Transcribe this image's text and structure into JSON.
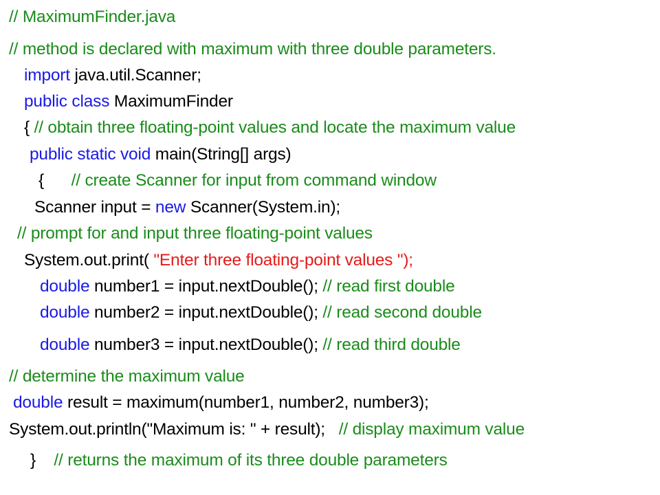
{
  "colors": {
    "comment": "#1a8c1a",
    "keyword": "#1a1ae6",
    "code": "#000000",
    "string": "#e61a1a"
  },
  "slide": {
    "lines": [
      [
        {
          "t": "cm",
          "s": "// MaximumFinder.java"
        }
      ],
      [
        {
          "t": "cm",
          "s": "// method is declared with maximum with three double parameters."
        }
      ],
      [
        {
          "t": "kw",
          "s": "import"
        },
        {
          "t": "tx",
          "s": " java.util.Scanner;"
        }
      ],
      [
        {
          "t": "kw",
          "s": "public class"
        },
        {
          "t": "tx",
          "s": " MaximumFinder"
        }
      ],
      [
        {
          "t": "tx",
          "s": "{ "
        },
        {
          "t": "cm",
          "s": "// obtain three floating-point values and locate the maximum value"
        }
      ],
      [
        {
          "t": "kw",
          "s": "public static void"
        },
        {
          "t": "tx",
          "s": " main(String[] args)"
        }
      ],
      [
        {
          "t": "tx",
          "s": "{      "
        },
        {
          "t": "cm",
          "s": "// create Scanner for input from command window"
        }
      ],
      [
        {
          "t": "tx",
          "s": "Scanner input = "
        },
        {
          "t": "kw",
          "s": "new"
        },
        {
          "t": "tx",
          "s": " Scanner(System.in);"
        }
      ],
      [
        {
          "t": "cm",
          "s": "// prompt for and input three floating-point values"
        }
      ],
      [
        {
          "t": "tx",
          "s": "System.out.print( "
        },
        {
          "t": "st",
          "s": "\"Enter three floating-point values \");"
        }
      ],
      [
        {
          "t": "kw",
          "s": "double"
        },
        {
          "t": "tx",
          "s": " number1 = input.nextDouble(); "
        },
        {
          "t": "cm",
          "s": "// read first double"
        }
      ],
      [
        {
          "t": "kw",
          "s": "double"
        },
        {
          "t": "tx",
          "s": " number2 = input.nextDouble(); "
        },
        {
          "t": "cm",
          "s": "// read second double"
        }
      ],
      [
        {
          "t": "kw",
          "s": "double"
        },
        {
          "t": "tx",
          "s": " number3 = input.nextDouble(); "
        },
        {
          "t": "cm",
          "s": "// read third double"
        }
      ],
      [
        {
          "t": "cm",
          "s": "// determine the maximum value"
        }
      ],
      [
        {
          "t": "kw",
          "s": "double"
        },
        {
          "t": "tx",
          "s": " result = maximum(number1, number2, number3);"
        }
      ],
      [
        {
          "t": "tx",
          "s": "System.out.println(\"Maximum is: \" + result);   "
        },
        {
          "t": "cm",
          "s": "// display maximum value"
        }
      ],
      [
        {
          "t": "tx",
          "s": "}    "
        },
        {
          "t": "cm",
          "s": "// returns the maximum of its three double parameters"
        }
      ]
    ]
  }
}
